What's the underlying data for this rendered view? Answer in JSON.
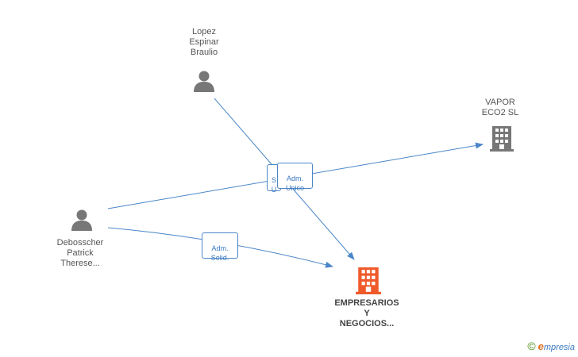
{
  "nodes": {
    "lopez": {
      "label": "Lopez\nEspinar\nBraulio",
      "icon": "person-icon"
    },
    "vapor": {
      "label": "VAPOR\nECO2 SL",
      "icon": "building-icon"
    },
    "debosscher": {
      "label": "Debosscher\nPatrick\nTherese...",
      "icon": "person-icon"
    },
    "empresarios": {
      "label": "EMPRESARIOS\nY\nNEGOCIOS...",
      "icon": "building-icon"
    }
  },
  "edges": {
    "adm_unico": "Adm.\nUnico",
    "hidden_badge": "S\nU",
    "adm_solid": "Adm.\nSolid."
  },
  "brand": {
    "copyright": "©",
    "e": "e",
    "rest": "mpresia"
  },
  "colors": {
    "edge": "#4a86c8",
    "person_icon": "#777777",
    "company_icon": "#777777",
    "main_company": "#f05a2a"
  }
}
